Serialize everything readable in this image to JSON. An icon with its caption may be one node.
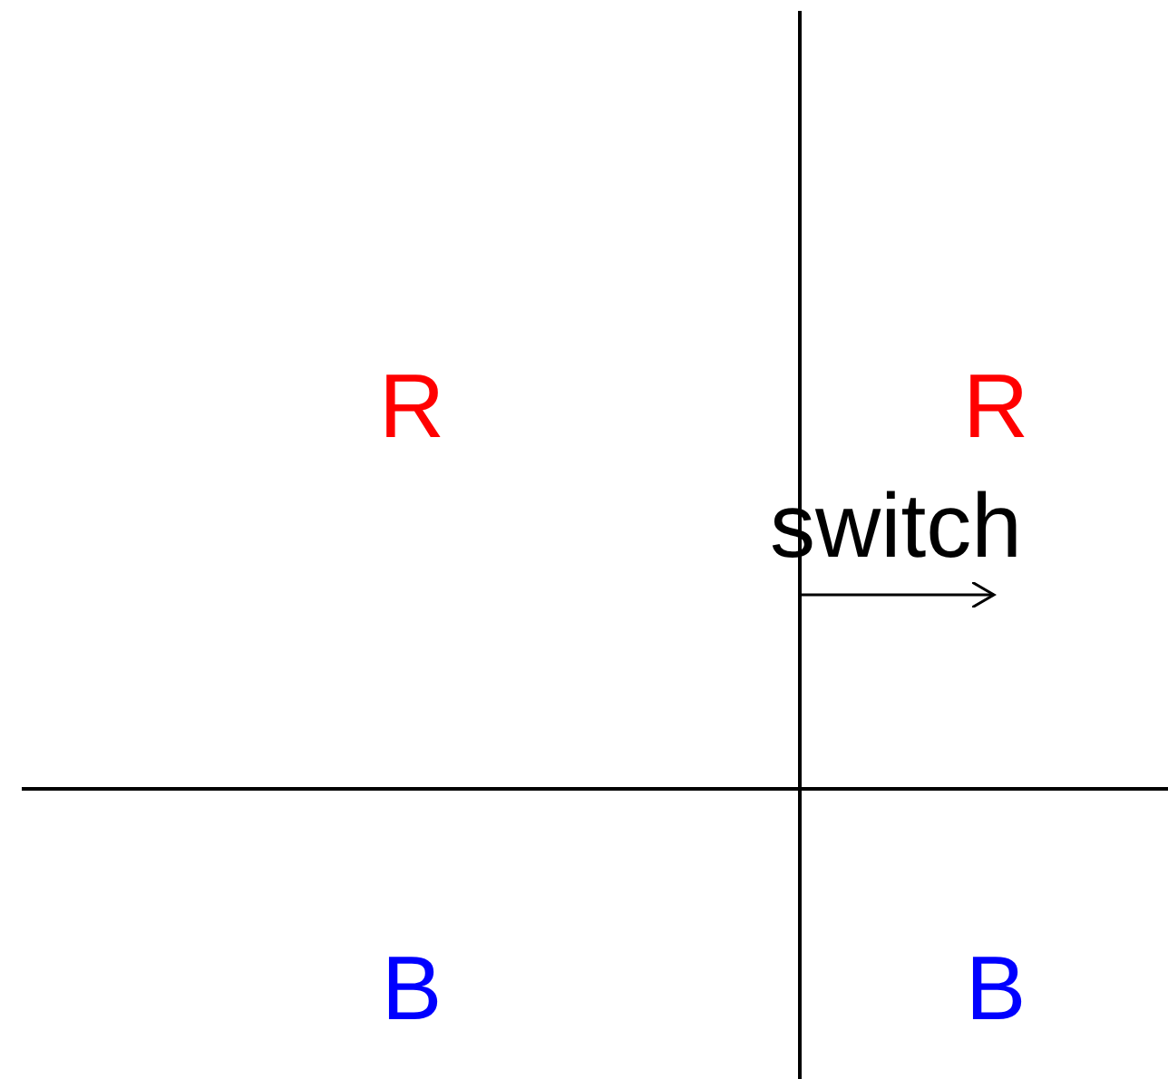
{
  "diagram": {
    "labels": [
      "R",
      "R",
      "switch",
      "B",
      "B"
    ]
  }
}
